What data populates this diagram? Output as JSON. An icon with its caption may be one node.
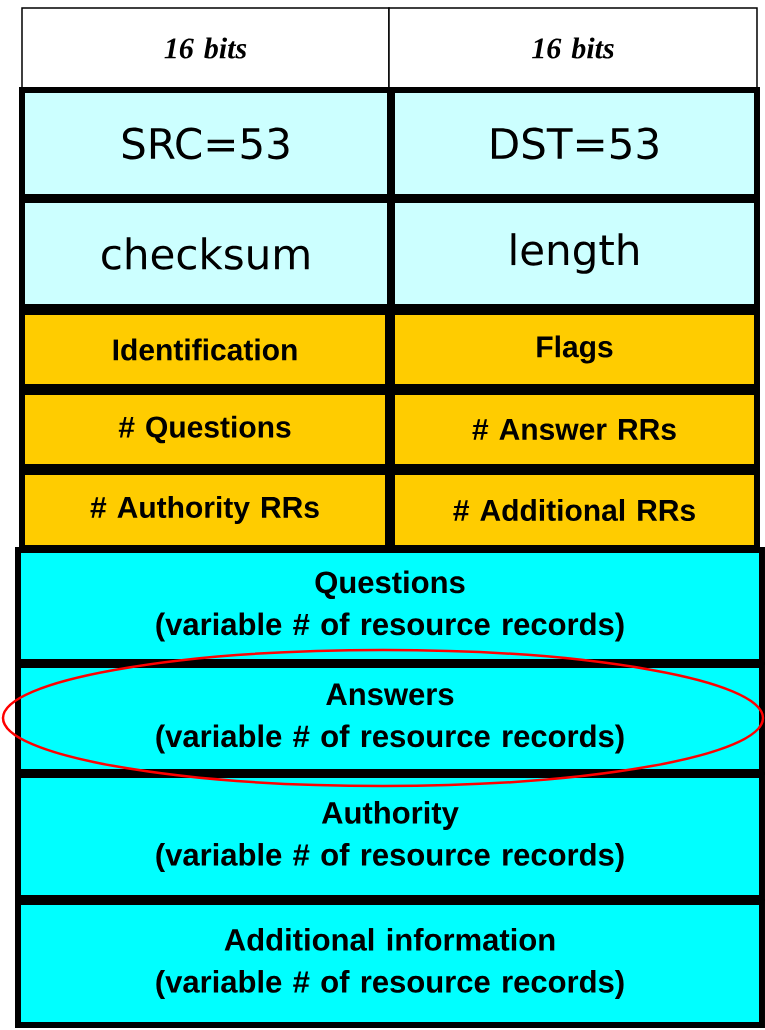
{
  "diagram": {
    "nodes": [
      {
        "text": [
          "16 bits"
        ]
      },
      {
        "text": [
          "16 bits"
        ]
      },
      {
        "text": [
          "SRC=53"
        ]
      },
      {
        "text": [
          "DST=53"
        ]
      },
      {
        "text": [
          "checksum"
        ]
      },
      {
        "text": [
          "length"
        ]
      },
      {
        "text": [
          "Identification"
        ]
      },
      {
        "text": [
          "Flags"
        ]
      },
      {
        "text": [
          "# Questions"
        ]
      },
      {
        "text": [
          "# Answer RRs"
        ]
      },
      {
        "text": [
          "# Authority RRs"
        ]
      },
      {
        "text": [
          "# Additional RRs"
        ]
      },
      {
        "text": [
          "Questions",
          "(variable # of resource records)"
        ]
      },
      {
        "text": [
          "Answers",
          "(variable # of resource records)"
        ]
      },
      {
        "text": [
          "Authority",
          "(variable # of resource records)"
        ]
      },
      {
        "text": [
          "Additional information",
          "(variable # of resource records)"
        ]
      }
    ]
  }
}
